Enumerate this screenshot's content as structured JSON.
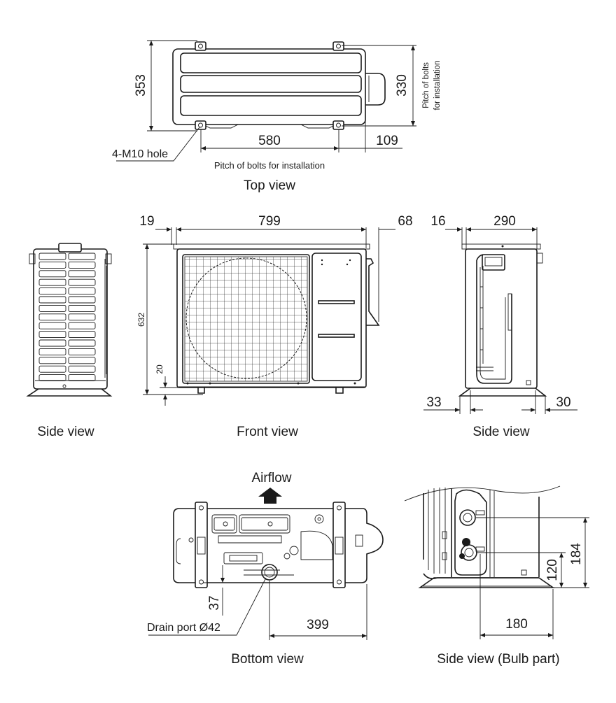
{
  "views": {
    "top": "Top view",
    "side_left": "Side view",
    "front": "Front view",
    "side_right": "Side view",
    "bottom": "Bottom view",
    "bulb": "Side view (Bulb part)"
  },
  "top_view": {
    "dim_353": "353",
    "dim_330": "330",
    "dim_580": "580",
    "dim_109": "109",
    "hole_label": "4-M10 hole",
    "pitch_label": "Pitch of bolts for installation",
    "pitch_vertical_1": "Pitch of bolts",
    "pitch_vertical_2": "for installation"
  },
  "front_view": {
    "dim_19": "19",
    "dim_799": "799",
    "dim_68": "68",
    "dim_632": "632",
    "dim_20": "20"
  },
  "side_view_right": {
    "dim_16": "16",
    "dim_290": "290",
    "dim_33": "33",
    "dim_30": "30"
  },
  "bottom_view": {
    "airflow": "Airflow",
    "dim_37": "37",
    "dim_399": "399",
    "drain_label": "Drain port Ø42"
  },
  "bulb_view": {
    "dim_184": "184",
    "dim_120": "120",
    "dim_180": "180"
  }
}
